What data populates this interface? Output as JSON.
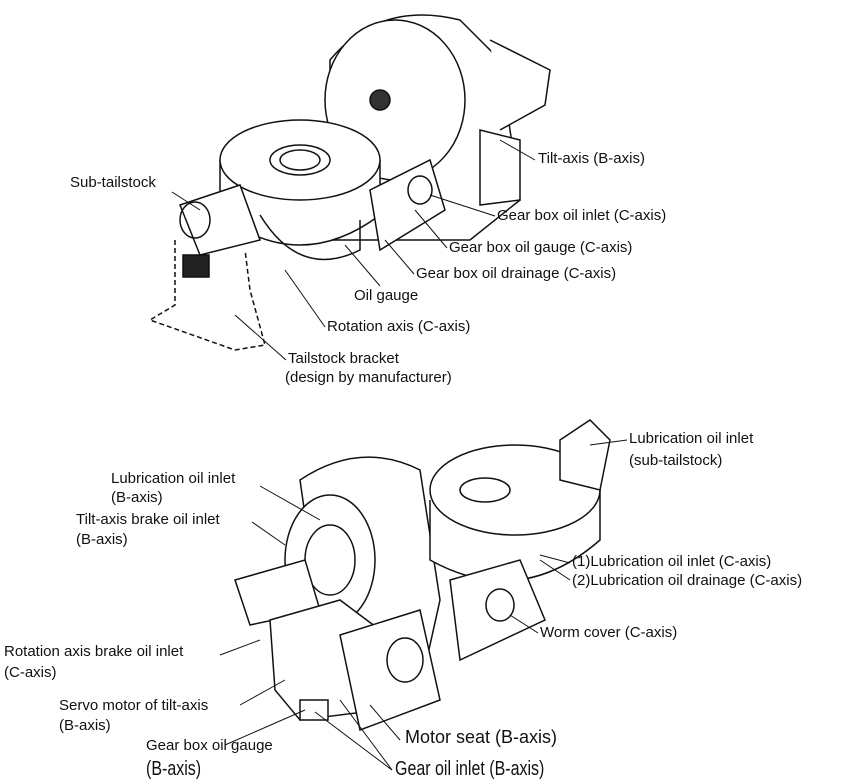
{
  "top_diagram": {
    "labels": {
      "sub_tailstock": "Sub-tailstock",
      "tilt_axis": "Tilt-axis (B-axis)",
      "gear_box_oil_inlet": "Gear box oil inlet (C-axis)",
      "gear_box_oil_gauge": "Gear box oil gauge (C-axis)",
      "gear_box_oil_drainage": "Gear box oil drainage (C-axis)",
      "oil_gauge": "Oil gauge",
      "rotation_axis": "Rotation axis (C-axis)",
      "tailstock_bracket": "Tailstock bracket",
      "tailstock_bracket_note": "(design by manufacturer)"
    }
  },
  "bottom_diagram": {
    "labels": {
      "lub_oil_inlet_sub": "Lubrication oil inlet",
      "lub_oil_inlet_sub_2": "(sub-tailstock)",
      "lub_oil_inlet_b": "Lubrication oil inlet",
      "lub_oil_inlet_b_2": "(B-axis)",
      "tilt_brake_inlet": "Tilt-axis brake oil inlet",
      "tilt_brake_inlet_2": "(B-axis)",
      "lub_inlet_c": "(1)Lubrication oil inlet (C-axis)",
      "lub_drain_c": "(2)Lubrication oil drainage (C-axis)",
      "worm_cover": "Worm cover (C-axis)",
      "rot_brake_inlet": "Rotation axis brake oil inlet",
      "rot_brake_inlet_2": "(C-axis)",
      "servo_motor": "Servo motor of tilt-axis",
      "servo_motor_2": "(B-axis)",
      "gear_box_gauge_b": "Gear box oil gauge",
      "gear_box_gauge_b_2": "(B-axis)",
      "motor_seat": "Motor seat (B-axis)",
      "gear_oil_inlet_b": "Gear oil inlet (B-axis)"
    }
  }
}
